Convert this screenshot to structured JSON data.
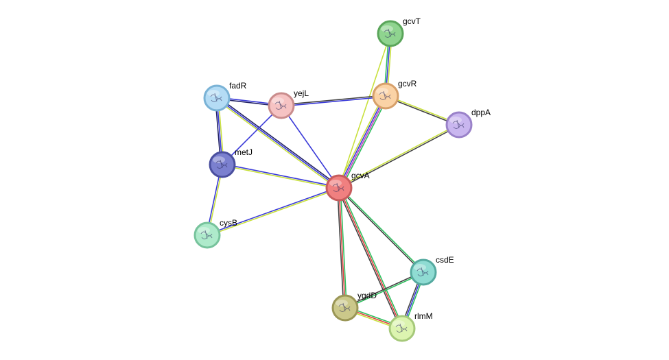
{
  "network": {
    "nodes": [
      {
        "id": "gcvA",
        "label": "gcvA",
        "color": "#f08080",
        "stroke": "#c75c5c"
      },
      {
        "id": "gcvT",
        "label": "gcvT",
        "color": "#8fd48f",
        "stroke": "#5aa55a"
      },
      {
        "id": "gcvR",
        "label": "gcvR",
        "color": "#fbd3a6",
        "stroke": "#d7a06a"
      },
      {
        "id": "yejL",
        "label": "yejL",
        "color": "#f6c3c3",
        "stroke": "#c98c8c"
      },
      {
        "id": "fadR",
        "label": "fadR",
        "color": "#b4dcf5",
        "stroke": "#7ab3d6"
      },
      {
        "id": "metJ",
        "label": "metJ",
        "color": "#7b80cf",
        "stroke": "#4a4f9e"
      },
      {
        "id": "dppA",
        "label": "dppA",
        "color": "#c9b6ef",
        "stroke": "#9a82c9"
      },
      {
        "id": "cysB",
        "label": "cysB",
        "color": "#aeeacb",
        "stroke": "#77c39c"
      },
      {
        "id": "csdE",
        "label": "csdE",
        "color": "#8fdcd3",
        "stroke": "#55aaa0"
      },
      {
        "id": "ygdD",
        "label": "ygdD",
        "color": "#cbc88a",
        "stroke": "#9a9656"
      },
      {
        "id": "rlmM",
        "label": "rlmM",
        "color": "#dcf4b0",
        "stroke": "#a6c97a"
      }
    ],
    "edges": [
      {
        "from": "gcvA",
        "to": "gcvT",
        "colors": [
          "#c8e03c"
        ]
      },
      {
        "from": "gcvA",
        "to": "gcvR",
        "colors": [
          "#c8e03c",
          "#3a3ad8",
          "#c040c0",
          "#2fbf5f"
        ]
      },
      {
        "from": "gcvA",
        "to": "dppA",
        "colors": [
          "#c8e03c",
          "#444444"
        ]
      },
      {
        "from": "gcvA",
        "to": "yejL",
        "colors": [
          "#3a3ad8"
        ]
      },
      {
        "from": "gcvA",
        "to": "fadR",
        "colors": [
          "#c8e03c",
          "#3a3ad8",
          "#222266"
        ]
      },
      {
        "from": "gcvA",
        "to": "metJ",
        "colors": [
          "#c8e03c",
          "#3a3ad8"
        ]
      },
      {
        "from": "gcvA",
        "to": "cysB",
        "colors": [
          "#c8e03c",
          "#3a3ad8"
        ]
      },
      {
        "from": "gcvA",
        "to": "csdE",
        "colors": [
          "#2fbf5f",
          "#444444"
        ]
      },
      {
        "from": "gcvA",
        "to": "ygdD",
        "colors": [
          "#2fbf5f",
          "#e04040",
          "#444444"
        ]
      },
      {
        "from": "gcvA",
        "to": "rlmM",
        "colors": [
          "#2fbf5f",
          "#e04040",
          "#444444"
        ]
      },
      {
        "from": "gcvT",
        "to": "gcvR",
        "colors": [
          "#c8e03c",
          "#3a3ad8",
          "#2fbf5f"
        ]
      },
      {
        "from": "gcvR",
        "to": "yejL",
        "colors": [
          "#3a3ad8",
          "#444444"
        ]
      },
      {
        "from": "gcvR",
        "to": "dppA",
        "colors": [
          "#c8e03c",
          "#444444"
        ]
      },
      {
        "from": "fadR",
        "to": "yejL",
        "colors": [
          "#3a3ad8",
          "#222266"
        ]
      },
      {
        "from": "fadR",
        "to": "metJ",
        "colors": [
          "#c8e03c",
          "#3a3ad8",
          "#222266"
        ]
      },
      {
        "from": "yejL",
        "to": "metJ",
        "colors": [
          "#3a3ad8"
        ]
      },
      {
        "from": "metJ",
        "to": "cysB",
        "colors": [
          "#c8e03c",
          "#3a3ad8"
        ]
      },
      {
        "from": "csdE",
        "to": "rlmM",
        "colors": [
          "#2fbf5f",
          "#3a3ad8",
          "#444444"
        ]
      },
      {
        "from": "csdE",
        "to": "ygdD",
        "colors": [
          "#2fbf5f",
          "#444444"
        ]
      },
      {
        "from": "ygdD",
        "to": "rlmM",
        "colors": [
          "#2fbf5f",
          "#e04040",
          "#c8e03c"
        ]
      }
    ]
  }
}
